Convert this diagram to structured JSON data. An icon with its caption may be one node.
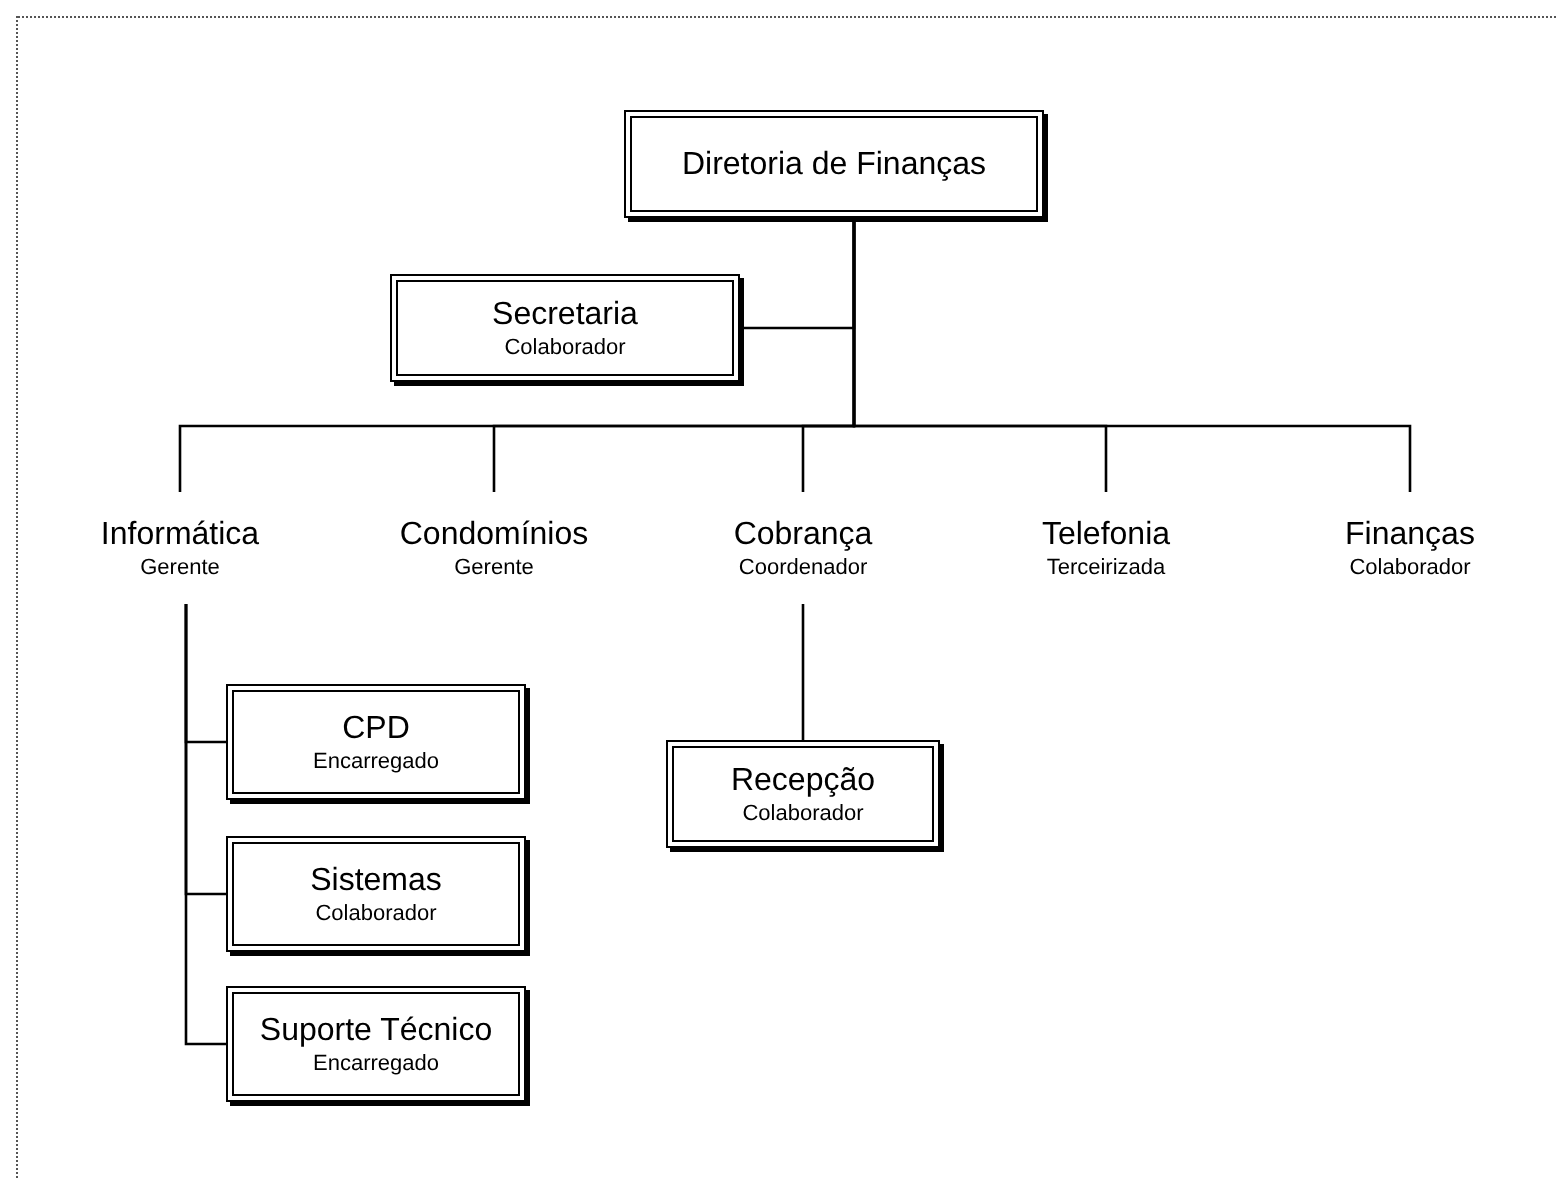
{
  "diagram": {
    "nodes": [
      {
        "text": [
          "Diretoria de Finanças"
        ]
      },
      {
        "text": [
          "Secretaria",
          "Colaborador"
        ]
      },
      {
        "text": [
          "Informática",
          "Gerente"
        ]
      },
      {
        "text": [
          "Condomínios",
          "Gerente"
        ]
      },
      {
        "text": [
          "Cobrança",
          "Coordenador"
        ]
      },
      {
        "text": [
          "Telefonia",
          "Terceirizada"
        ]
      },
      {
        "text": [
          "Finanças",
          "Colaborador"
        ]
      },
      {
        "text": [
          "Recepção",
          "Colaborador"
        ]
      },
      {
        "text": [
          "CPD",
          "Encarregado"
        ]
      },
      {
        "text": [
          "Sistemas",
          "Colaborador"
        ]
      },
      {
        "text": [
          "Suporte Técnico",
          "Encarregado"
        ]
      }
    ],
    "edges": [
      {
        "from": 0,
        "to": 1,
        "arrow": "none"
      },
      {
        "from": 0,
        "to": 2,
        "arrow": "none"
      },
      {
        "from": 0,
        "to": 3,
        "arrow": "none"
      },
      {
        "from": 0,
        "to": 4,
        "arrow": "none"
      },
      {
        "from": 0,
        "to": 5,
        "arrow": "none"
      },
      {
        "from": 0,
        "to": 6,
        "arrow": "none"
      },
      {
        "from": 4,
        "to": 7,
        "arrow": "none"
      },
      {
        "from": 2,
        "to": 8,
        "arrow": "none"
      },
      {
        "from": 2,
        "to": 9,
        "arrow": "none"
      },
      {
        "from": 2,
        "to": 10,
        "arrow": "none"
      }
    ]
  }
}
